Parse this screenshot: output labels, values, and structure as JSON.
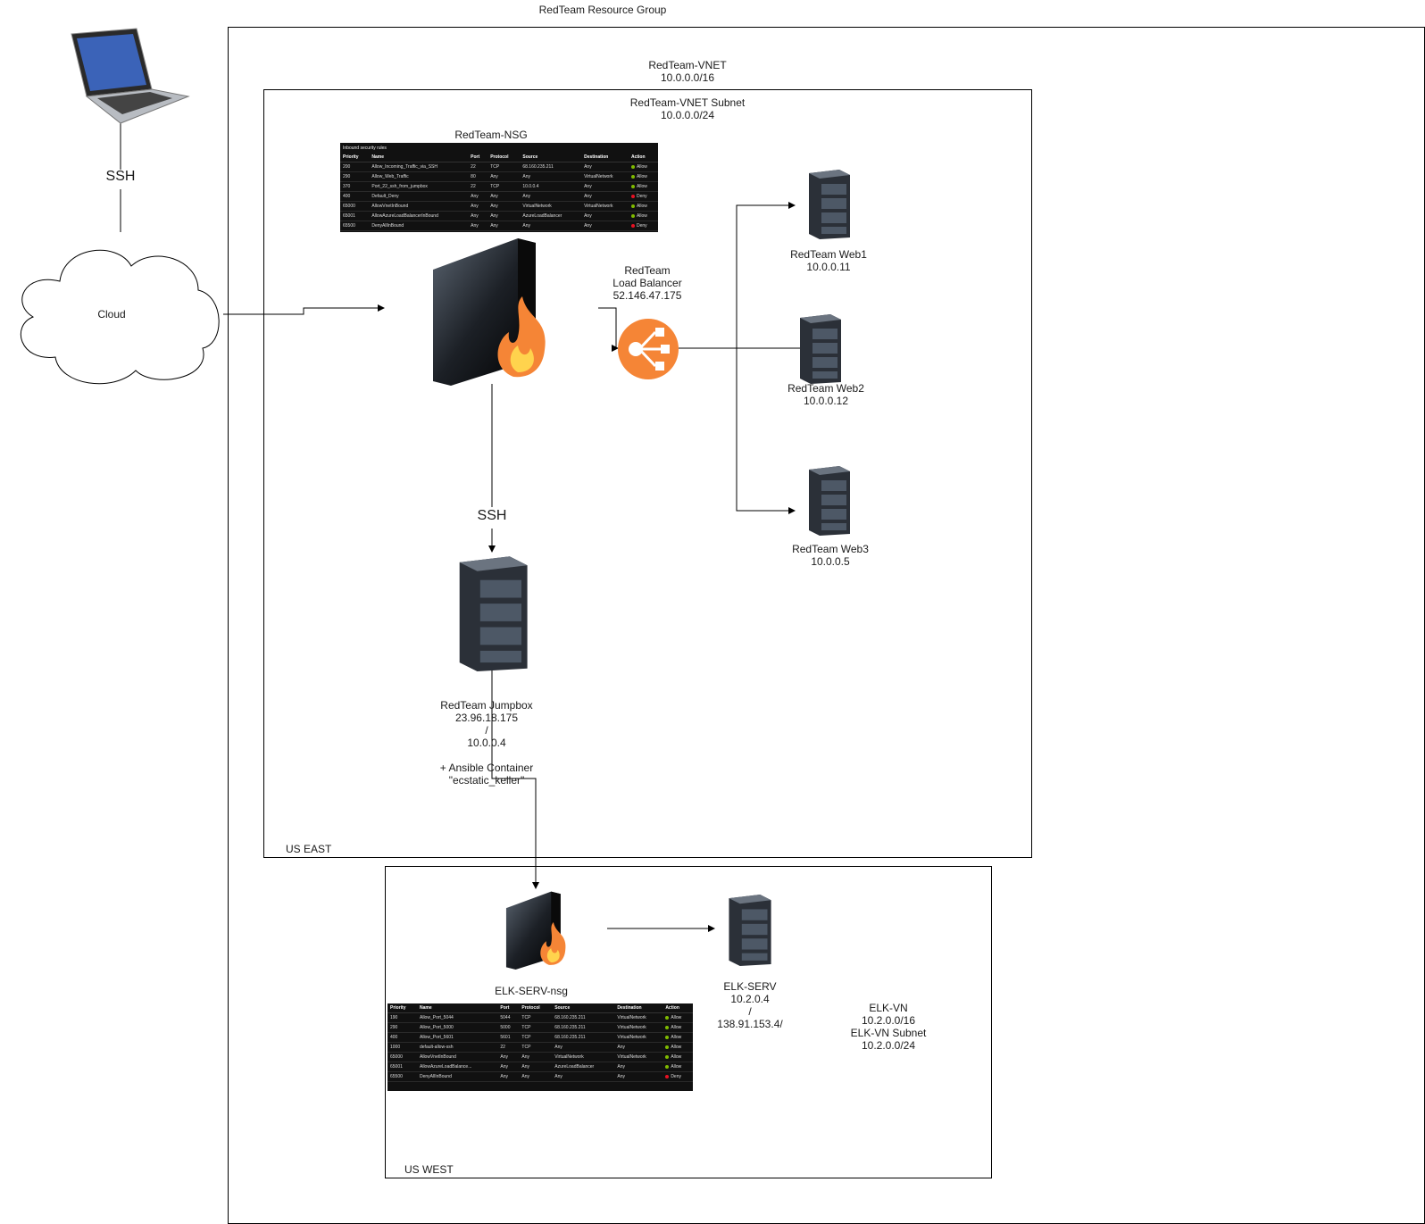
{
  "resource_group": {
    "title": "RedTeam Resource Group"
  },
  "vnet": {
    "name": "RedTeam-VNET",
    "cidr": "10.0.0.0/16"
  },
  "subnet": {
    "name": "RedTeam-VNET Subnet",
    "cidr": "10.0.0.0/24",
    "region": "US EAST"
  },
  "laptop": {
    "icon": "laptop-icon",
    "link_label": "SSH"
  },
  "cloud": {
    "label": "Cloud"
  },
  "nsg": {
    "title": "RedTeam-NSG",
    "caption": "Inbound security rules",
    "headers": [
      "Priority",
      "Name",
      "Port",
      "Protocol",
      "Source",
      "Destination",
      "Action"
    ],
    "rows": [
      [
        "200",
        "Allow_Incoming_Traffic_via_SSH",
        "22",
        "TCP",
        "68.160.235.211",
        "Any",
        "Allow"
      ],
      [
        "290",
        "Allow_Web_Traffic",
        "80",
        "Any",
        "Any",
        "VirtualNetwork",
        "Allow"
      ],
      [
        "370",
        "Port_22_ssh_from_jumpbox",
        "22",
        "TCP",
        "10.0.0.4",
        "Any",
        "Allow"
      ],
      [
        "400",
        "Default_Deny",
        "Any",
        "Any",
        "Any",
        "Any",
        "Deny"
      ],
      [
        "65000",
        "AllowVnetInBound",
        "Any",
        "Any",
        "VirtualNetwork",
        "VirtualNetwork",
        "Allow"
      ],
      [
        "65001",
        "AllowAzureLoadBalancerInBound",
        "Any",
        "Any",
        "AzureLoadBalancer",
        "Any",
        "Allow"
      ],
      [
        "65500",
        "DenyAllInBound",
        "Any",
        "Any",
        "Any",
        "Any",
        "Deny"
      ]
    ]
  },
  "load_balancer": {
    "line1": "RedTeam",
    "line2": "Load Balancer",
    "ip": "52.146.47.175"
  },
  "web1": {
    "name": "RedTeam Web1",
    "ip": "10.0.0.11"
  },
  "web2": {
    "name": "RedTeam Web2",
    "ip": "10.0.0.12"
  },
  "web3": {
    "name": "RedTeam Web3",
    "ip": "10.0.0.5"
  },
  "jumpbox_link": {
    "label": "SSH"
  },
  "jumpbox": {
    "name": "RedTeam Jumpbox",
    "public_ip": "23.96.18.175",
    "sep": "/",
    "private_ip": "10.0.0.4",
    "container_line1": "+ Ansible Container",
    "container_line2": "\"ecstatic_keller\""
  },
  "elk_region": {
    "region": "US WEST"
  },
  "elk_nsg": {
    "title": "ELK-SERV-nsg",
    "headers": [
      "Priority",
      "Name",
      "Port",
      "Protocol",
      "Source",
      "Destination",
      "Action"
    ],
    "rows": [
      [
        "190",
        "Allow_Port_5044",
        "5044",
        "TCP",
        "68.160.235.211",
        "VirtualNetwork",
        "Allow"
      ],
      [
        "290",
        "Allow_Port_5000",
        "5000",
        "TCP",
        "68.160.235.211",
        "VirtualNetwork",
        "Allow"
      ],
      [
        "400",
        "Allow_Port_5601",
        "5601",
        "TCP",
        "68.160.235.211",
        "VirtualNetwork",
        "Allow"
      ],
      [
        "1000",
        "default-allow-ssh",
        "22",
        "TCP",
        "Any",
        "Any",
        "Allow"
      ],
      [
        "65000",
        "AllowVnetInBound",
        "Any",
        "Any",
        "VirtualNetwork",
        "VirtualNetwork",
        "Allow"
      ],
      [
        "65001",
        "AllowAzureLoadBalance...",
        "Any",
        "Any",
        "AzureLoadBalancer",
        "Any",
        "Allow"
      ],
      [
        "65500",
        "DenyAllInBound",
        "Any",
        "Any",
        "Any",
        "Any",
        "Deny"
      ]
    ]
  },
  "elk_serv": {
    "name": "ELK-SERV",
    "private_ip": "10.2.0.4",
    "sep": "/",
    "public_ip": "138.91.153.4/"
  },
  "elk_vn": {
    "name": "ELK-VN",
    "cidr": "10.2.0.0/16",
    "subnet_name": "ELK-VN Subnet",
    "subnet_cidr": "10.2.0.0/24"
  },
  "colors": {
    "allow": "#7fba00",
    "deny": "#e81123",
    "lb_orange": "#f58536",
    "warn": "#f7a800"
  }
}
